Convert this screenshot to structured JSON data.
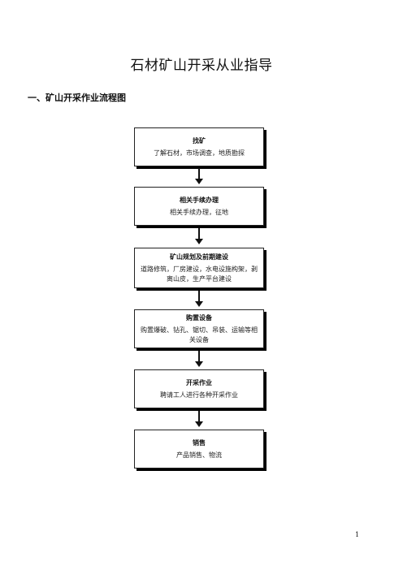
{
  "document": {
    "title": "石材矿山开采从业指导",
    "section_heading": "一、矿山开采作业流程图",
    "page_number": "1"
  },
  "flowchart": {
    "steps": [
      {
        "title": "找矿",
        "desc": "了解石材，市场调查，地质勘探"
      },
      {
        "title": "相关手续办理",
        "desc": "相关手续办理，征地"
      },
      {
        "title": "矿山规划及前期建设",
        "desc": "道路修筑，厂房建设，水电设施构架，剥离山皮，生产平台建设"
      },
      {
        "title": "购置设备",
        "desc": "购置爆破、钻孔、锯切、吊装、运输等相关设备"
      },
      {
        "title": "开采作业",
        "desc": "聘请工人进行各种开采作业"
      },
      {
        "title": "销售",
        "desc": "产品销售、物流"
      }
    ]
  }
}
